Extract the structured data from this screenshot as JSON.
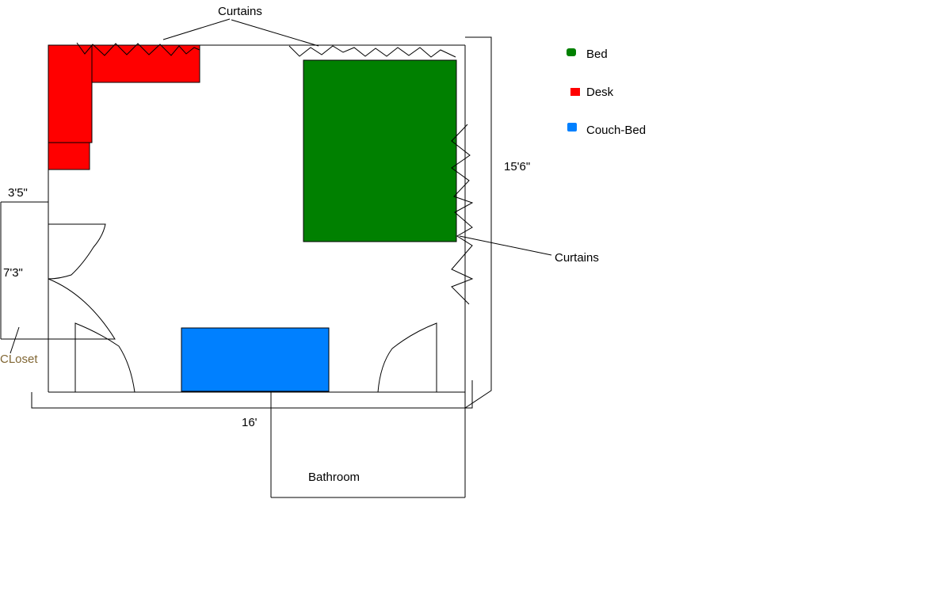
{
  "labels": {
    "curtains_top": "Curtains",
    "curtains_right": "Curtains",
    "dim_height": "15'6\"",
    "dim_width": "16'",
    "closet_width": "3'5\"",
    "closet_height": "7'3\"",
    "closet": "CLoset",
    "bathroom": "Bathroom"
  },
  "legend": [
    {
      "label": "Bed",
      "color": "#008000"
    },
    {
      "label": "Desk",
      "color": "#ff0000"
    },
    {
      "label": "Couch-Bed",
      "color": "#0080ff"
    }
  ],
  "colors": {
    "bed": "#008000",
    "desk": "#ff0000",
    "couch_bed": "#0080ff",
    "closet_text": "#806633",
    "line": "#000000"
  }
}
